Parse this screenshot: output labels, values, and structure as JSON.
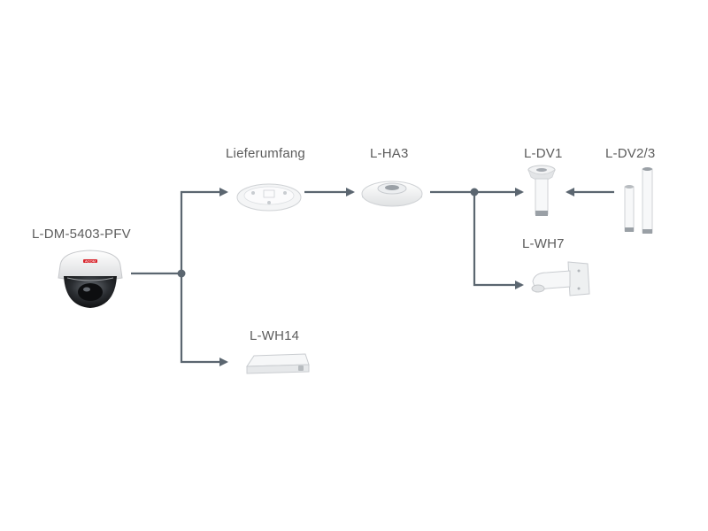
{
  "labels": {
    "camera": "L-DM-5403-PFV",
    "scope": "Lieferumfang",
    "ha3": "L-HA3",
    "dv1": "L-DV1",
    "dv23": "L-DV2/3",
    "wh7": "L-WH7",
    "wh14": "L-WH14"
  },
  "camera_brand": "ACOM",
  "colors": {
    "connector": "#5b6670",
    "text": "#5c5c5c",
    "accent": "#d8262e"
  }
}
